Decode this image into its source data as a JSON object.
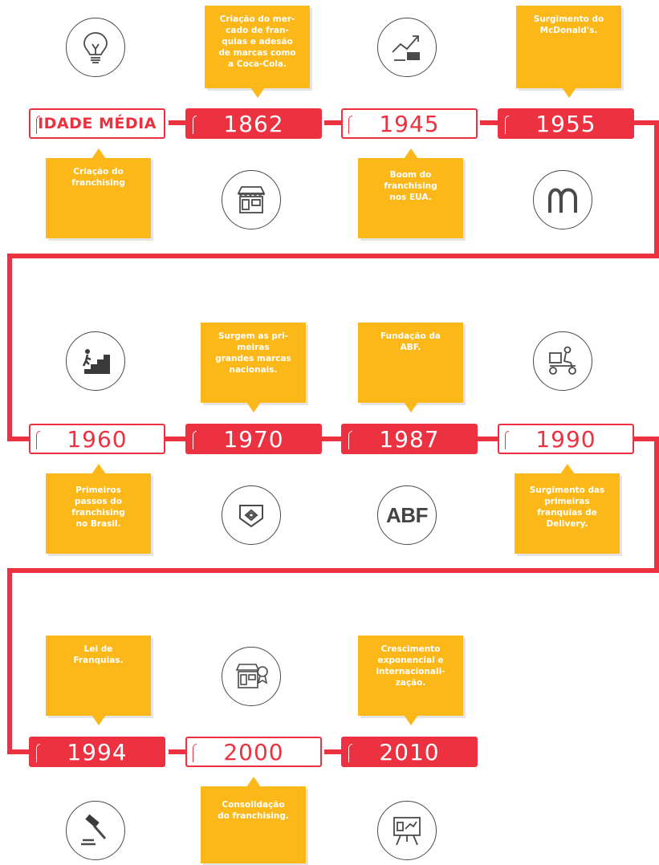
{
  "colors": {
    "accent": "#ec3240",
    "callout": "#fcb819",
    "icon": "#4a4a4a"
  },
  "milestones": [
    {
      "year": "IDADE MÉDIA",
      "text": "Criação do\nfranchising",
      "icon": "lightbulb-icon"
    },
    {
      "year": "1862",
      "text": "Criação do mer-\ncado de fran-\nquias e adesão\nde marcas como\na Coca-Cola.",
      "icon": "storefront-icon"
    },
    {
      "year": "1945",
      "text": "Boom do\nfranchising\nnos EUA.",
      "icon": "growth-chart-icon"
    },
    {
      "year": "1955",
      "text": "Surgimento do\nMcDonald's.",
      "icon": "mcdonalds-logo-icon"
    },
    {
      "year": "1960",
      "text": "Primeiros\npassos do\nfranchising\nno Brasil.",
      "icon": "stairs-climb-icon"
    },
    {
      "year": "1970",
      "text": "Surgem as pri-\nmeiras\ngrandes marcas\nnacionais.",
      "icon": "badge-shield-icon"
    },
    {
      "year": "1987",
      "text": "Fundação da\nABF.",
      "icon": "abf-logo-icon",
      "icon_text": "ABF"
    },
    {
      "year": "1990",
      "text": "Surgimento das\nprimeiras\nfranquias de\nDelivery.",
      "icon": "delivery-scooter-icon"
    },
    {
      "year": "1994",
      "text": "Lei de\nFranquias.",
      "icon": "gavel-icon"
    },
    {
      "year": "2000",
      "text": "Consolidação\ndo franchising.",
      "icon": "store-award-icon"
    },
    {
      "year": "2010",
      "text": "Crescimento\nexponencial e\ninternacionali-\nzação.",
      "icon": "presentation-board-icon"
    }
  ]
}
